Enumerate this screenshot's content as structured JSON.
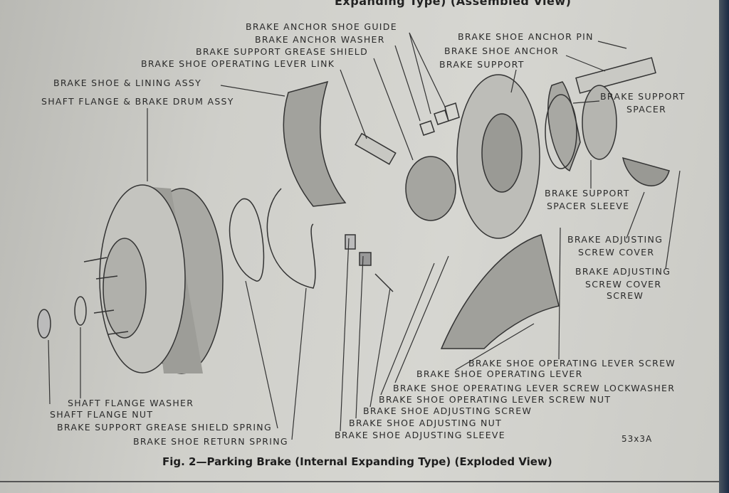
{
  "header_fragment": "Expanding Type) (Assembled View)",
  "labels": {
    "anchor_shoe_guide": "BRAKE ANCHOR SHOE GUIDE",
    "anchor_washer": "BRAKE ANCHOR WASHER",
    "support_grease_shield": "BRAKE SUPPORT GREASE SHIELD",
    "operating_lever_link": "BRAKE SHOE OPERATING LEVER LINK",
    "shoe_lining_assy": "BRAKE SHOE & LINING ASSY",
    "flange_drum_assy": "SHAFT FLANGE & BRAKE DRUM ASSY",
    "anchor_pin": "BRAKE SHOE ANCHOR PIN",
    "shoe_anchor": "BRAKE SHOE ANCHOR",
    "brake_support": "BRAKE SUPPORT",
    "support_spacer_1": "BRAKE SUPPORT",
    "support_spacer_2": "SPACER",
    "spacer_sleeve_1": "BRAKE SUPPORT",
    "spacer_sleeve_2": "SPACER SLEEVE",
    "screw_cover_1": "BRAKE ADJUSTING",
    "screw_cover_2": "SCREW COVER",
    "cover_screw_1": "BRAKE ADJUSTING",
    "cover_screw_2": "SCREW COVER",
    "cover_screw_3": "SCREW",
    "lever_screw": "BRAKE SHOE OPERATING LEVER SCREW",
    "lever": "BRAKE SHOE OPERATING LEVER",
    "lever_screw_lockwasher": "BRAKE SHOE OPERATING LEVER SCREW LOCKWASHER",
    "lever_screw_nut": "BRAKE SHOE OPERATING LEVER SCREW NUT",
    "adjusting_screw": "BRAKE SHOE ADJUSTING SCREW",
    "adjusting_nut": "BRAKE SHOE ADJUSTING NUT",
    "adjusting_sleeve": "BRAKE SHOE ADJUSTING SLEEVE",
    "flange_washer": "SHAFT FLANGE WASHER",
    "flange_nut": "SHAFT FLANGE NUT",
    "grease_shield_spring": "BRAKE SUPPORT GREASE SHIELD SPRING",
    "return_spring": "BRAKE SHOE RETURN SPRING"
  },
  "figure_code": "53x3A",
  "caption": "Fig. 2—Parking Brake (Internal Expanding Type) (Exploded View)"
}
